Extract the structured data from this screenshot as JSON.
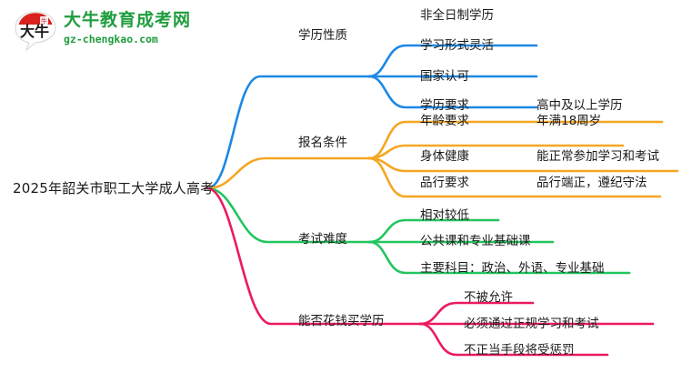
{
  "logo": {
    "mark_icon": "speech-bubble-logo-icon",
    "mark_char": "大牛",
    "title": "大牛教育成考网",
    "domain": "gz-chengkao.com",
    "brand_color": "#1f9d3e",
    "accent_color": "#d9221f"
  },
  "mindmap": {
    "root": {
      "label": "2025年韶关市职工大学成人高考"
    },
    "branch_colors": {
      "blue": "#1e88e5",
      "orange": "#f5a623",
      "green": "#22c55e",
      "pink": "#ec1a5e"
    },
    "branches": [
      {
        "label": "学历性质",
        "color": "#1e88e5",
        "children": [
          {
            "label": "非全日制学历",
            "detail": ""
          },
          {
            "label": "学习形式灵活",
            "detail": ""
          },
          {
            "label": "国家认可",
            "detail": ""
          }
        ]
      },
      {
        "label": "报名条件",
        "color": "#f5a623",
        "children": [
          {
            "label": "学历要求",
            "detail": "高中及以上学历"
          },
          {
            "label": "年龄要求",
            "detail": "年满18周岁"
          },
          {
            "label": "身体健康",
            "detail": "能正常参加学习和考试"
          },
          {
            "label": "品行要求",
            "detail": "品行端正，遵纪守法"
          }
        ]
      },
      {
        "label": "考试难度",
        "color": "#22c55e",
        "children": [
          {
            "label": "相对较低",
            "detail": ""
          },
          {
            "label": "公共课和专业基础课",
            "detail": ""
          },
          {
            "label": "主要科目：政治、外语、专业基础",
            "detail": ""
          }
        ]
      },
      {
        "label": "能否花钱买学历",
        "color": "#ec1a5e",
        "children": [
          {
            "label": "不被允许",
            "detail": ""
          },
          {
            "label": "必须通过正规学习和考试",
            "detail": ""
          },
          {
            "label": "不正当手段将受惩罚",
            "detail": ""
          }
        ]
      }
    ]
  }
}
